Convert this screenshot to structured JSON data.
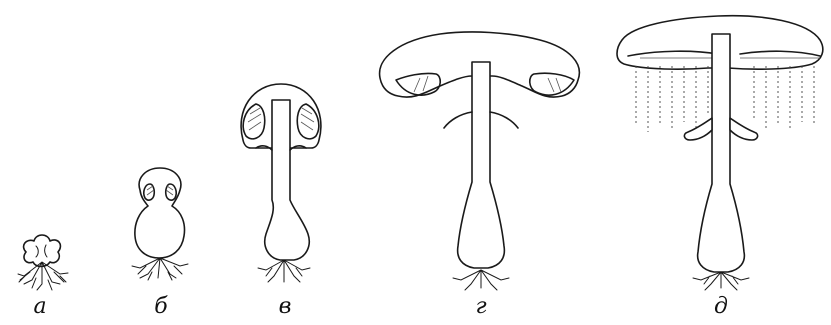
{
  "figure": {
    "stages": [
      {
        "id": "a",
        "label": "а"
      },
      {
        "id": "b",
        "label": "б"
      },
      {
        "id": "v",
        "label": "в"
      },
      {
        "id": "g",
        "label": "г"
      },
      {
        "id": "d",
        "label": "д"
      }
    ]
  }
}
